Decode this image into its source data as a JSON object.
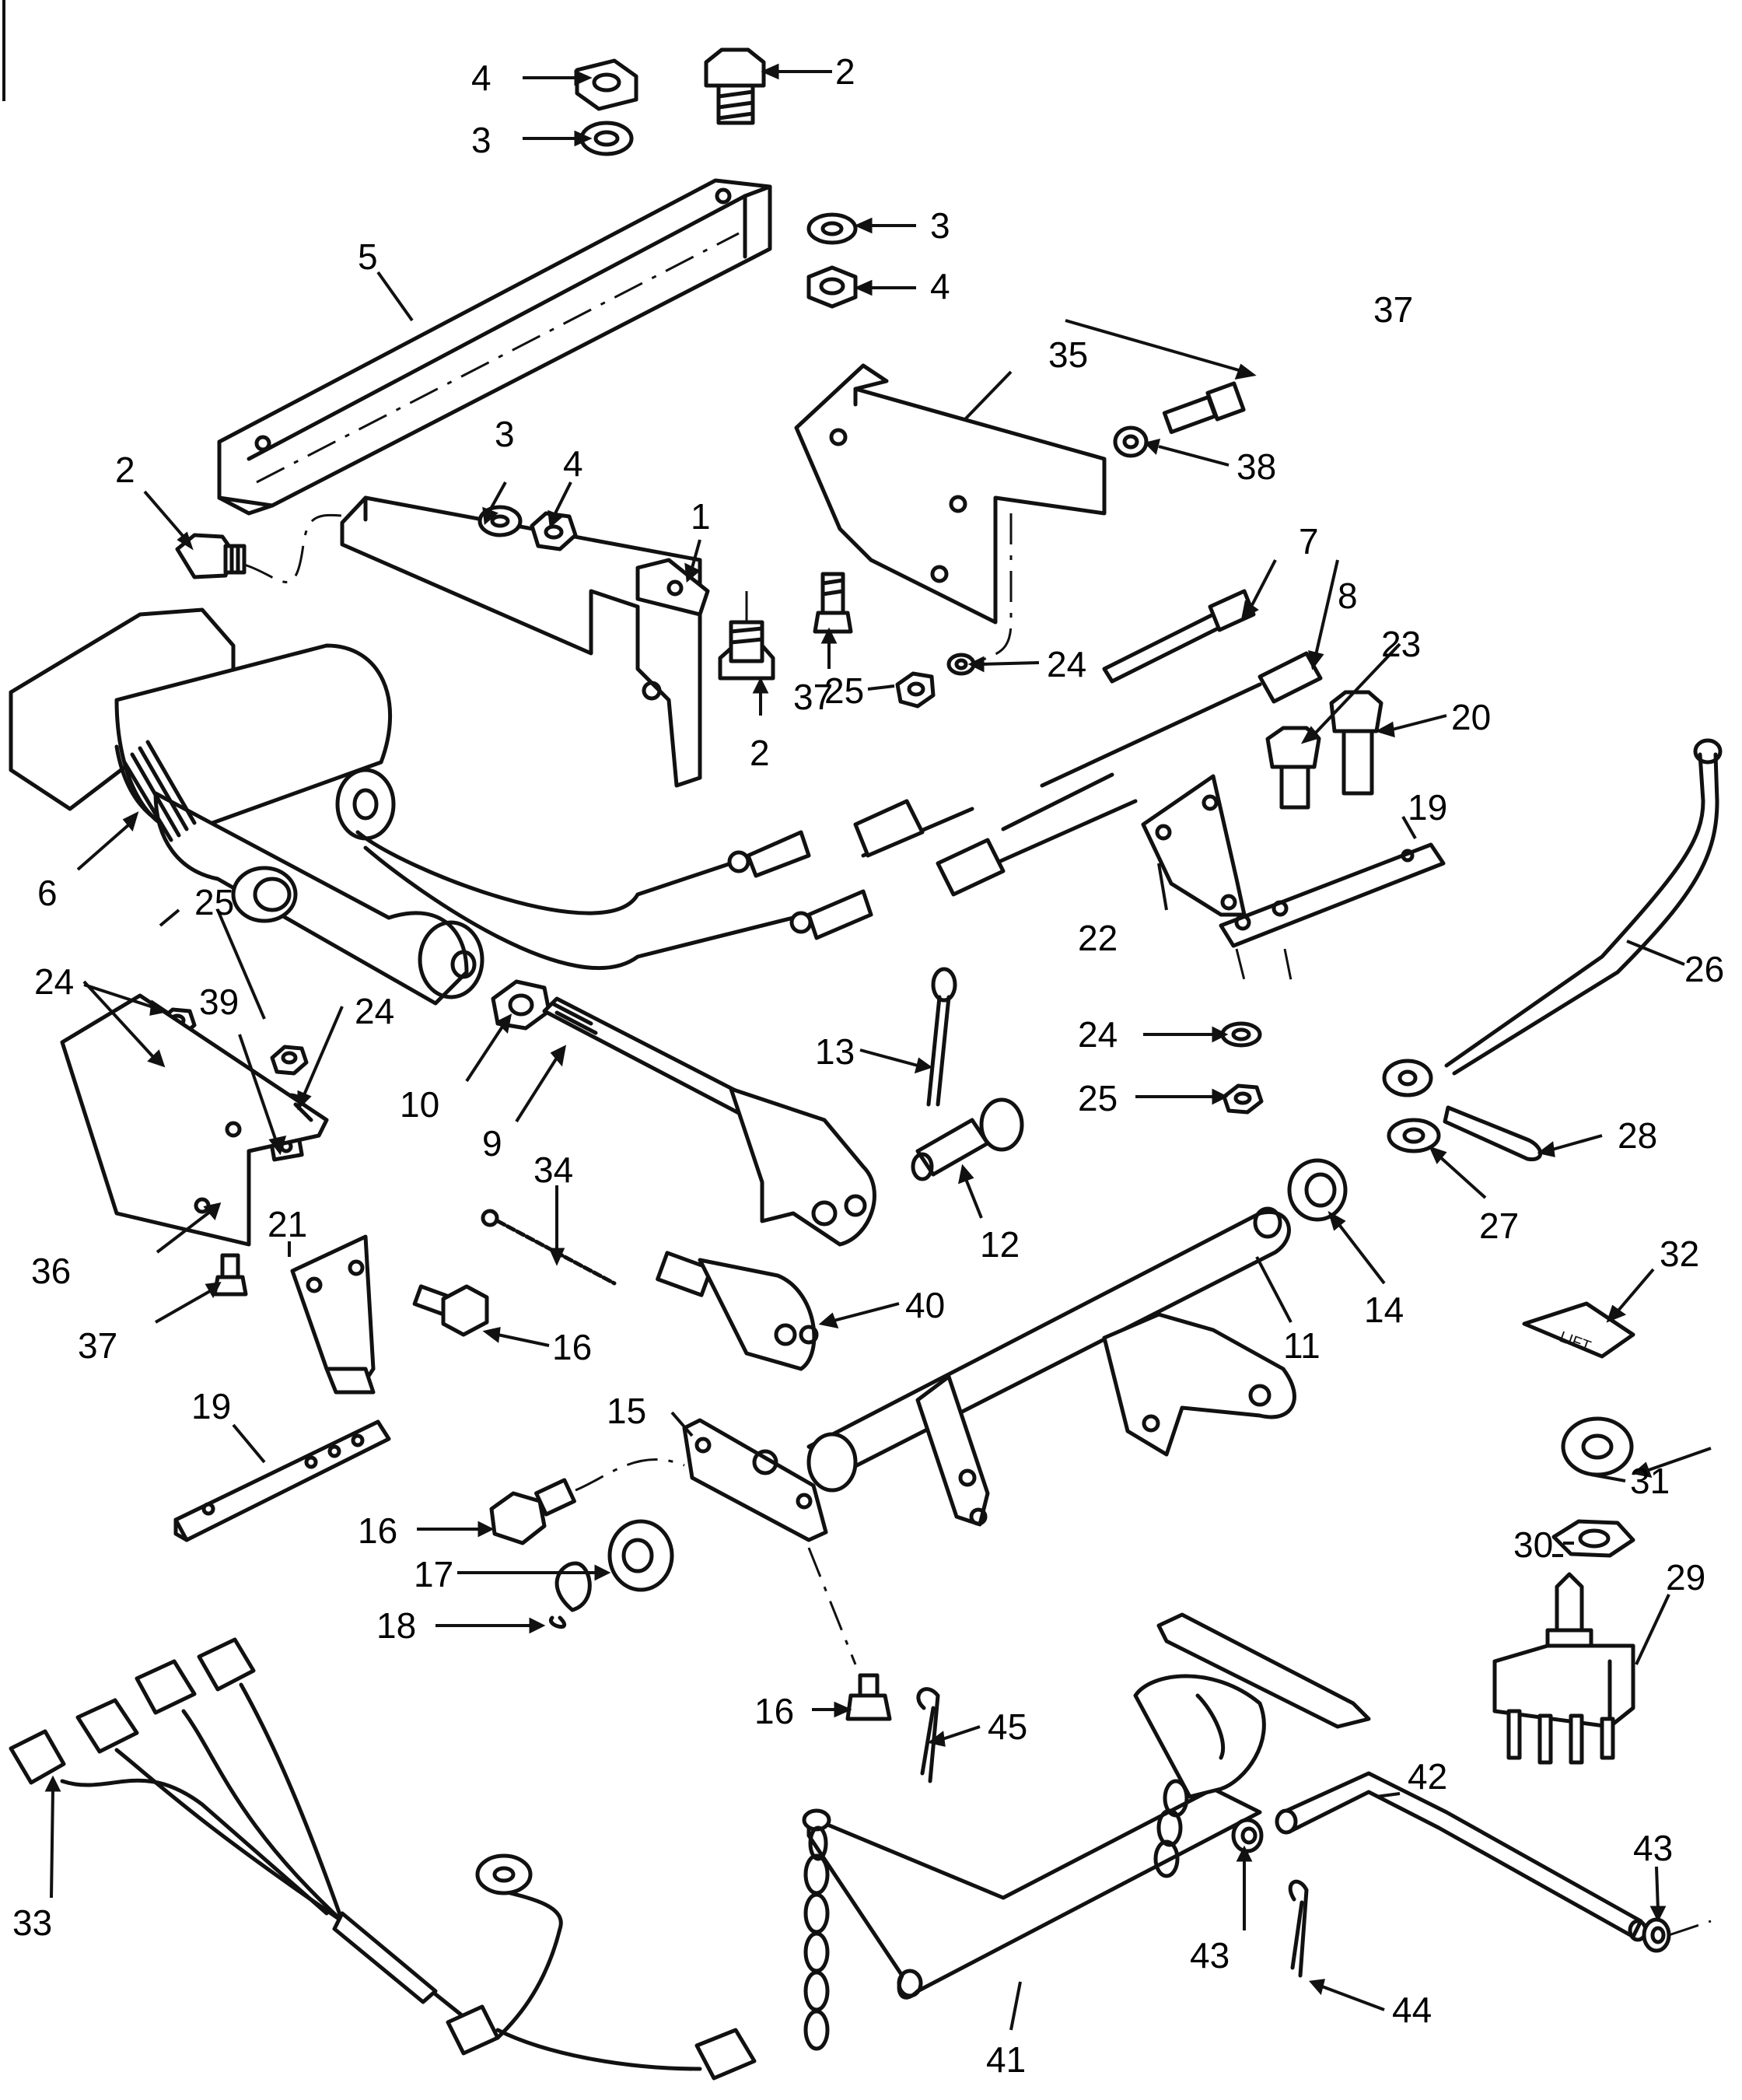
{
  "callouts": {
    "c1": "1",
    "c2a": "2",
    "c2b": "2",
    "c2c": "2",
    "c3a": "3",
    "c3b": "3",
    "c3c": "3",
    "c4a": "4",
    "c4b": "4",
    "c4c": "4",
    "c5": "5",
    "c6": "6",
    "c7": "7",
    "c8": "8",
    "c9": "9",
    "c10": "10",
    "c11": "11",
    "c12": "12",
    "c13": "13",
    "c14": "14",
    "c15": "15",
    "c16a": "16",
    "c16b": "16",
    "c16c": "16",
    "c17": "17",
    "c18": "18",
    "c19a": "19",
    "c19b": "19",
    "c20": "20",
    "c21": "21",
    "c22": "22",
    "c23": "23",
    "c24a": "24",
    "c24b": "24",
    "c24c": "24",
    "c24d": "24",
    "c25a": "25",
    "c25b": "25",
    "c25c": "25",
    "c26": "26",
    "c27": "27",
    "c28": "28",
    "c29": "29",
    "c30": "30",
    "c31": "31",
    "c32": "32",
    "c33": "33",
    "c34": "34",
    "c35": "35",
    "c36": "36",
    "c37a": "37",
    "c37b": "37",
    "c37c": "37",
    "c38": "38",
    "c39": "39",
    "c40": "40",
    "c41": "41",
    "c42": "42",
    "c43a": "43",
    "c43b": "43",
    "c44": "44",
    "c45": "45"
  },
  "decal_text": "LIFT"
}
